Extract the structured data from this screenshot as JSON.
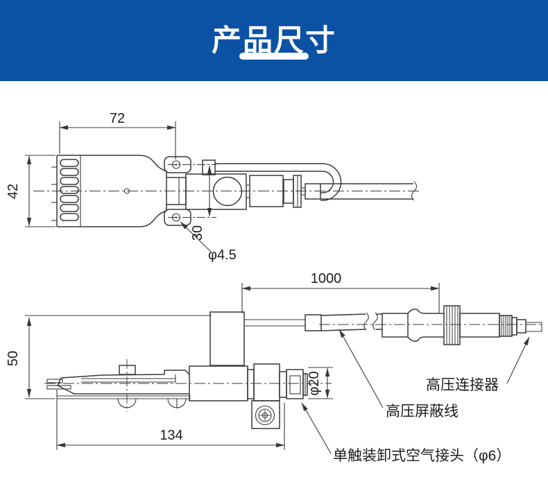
{
  "header": {
    "title": "产品尺寸"
  },
  "colors": {
    "header_bg": "#0b52a5",
    "line": "#383838",
    "label_text": "#1c1c1c"
  },
  "top_view": {
    "dim_width": "72",
    "dim_height": "42",
    "dim_hole_pitch": "30",
    "dim_hole_dia": "φ4.5"
  },
  "side_view": {
    "dim_cable_length": "1000",
    "dim_height": "50",
    "dim_body_length": "134",
    "dim_fitting_dia": "φ20",
    "label_hv_connector": "高压连接器",
    "label_hv_shielded_cable": "高压屏蔽线",
    "label_air_fitting": "单触装卸式空气接头（φ6）"
  }
}
